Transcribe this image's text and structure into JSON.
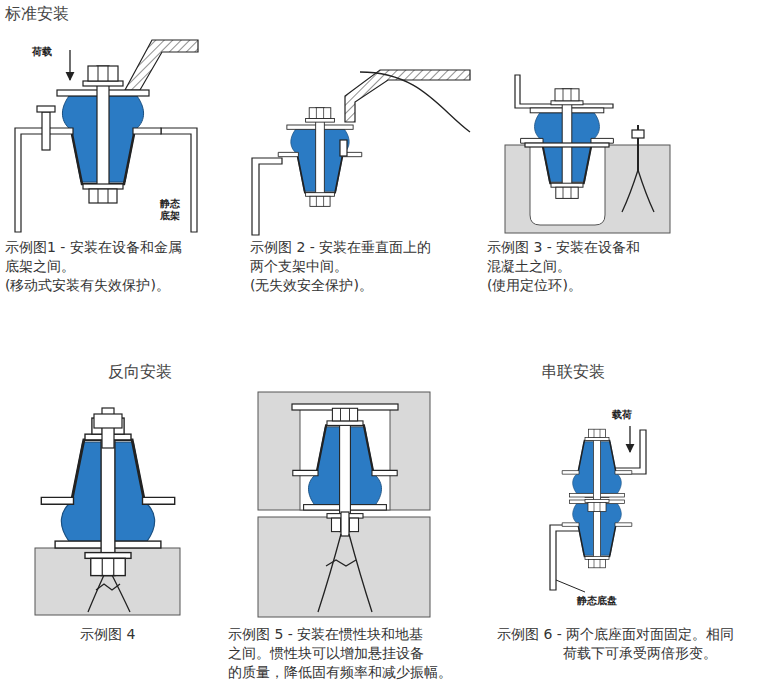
{
  "diagram": {
    "labels": [
      "标准安装",
      "荷载",
      "静态 底架",
      "示例图1 - 安装在设备和金属 底架之间。",
      "(移动式安装有失效保护)。",
      "示例图 2 - 安装在垂直面上的 两个支架中间。",
      "(无失效安全保护)。",
      "示例图 3 - 安装在设备和 混凝土之间。",
      "(使用定位环)。",
      "反向安装",
      "串联安装",
      "载荷",
      "静态底盘",
      "示例图 4",
      "示例图 5 - 安装在惯性块和地基 之间。惯性块可以增加悬挂设备 的质量，降低固有频率和减少振幅。",
      "示例图 6 - 两个底座面对面固定。相同 荷载下可承受两倍形变。"
    ]
  }
}
